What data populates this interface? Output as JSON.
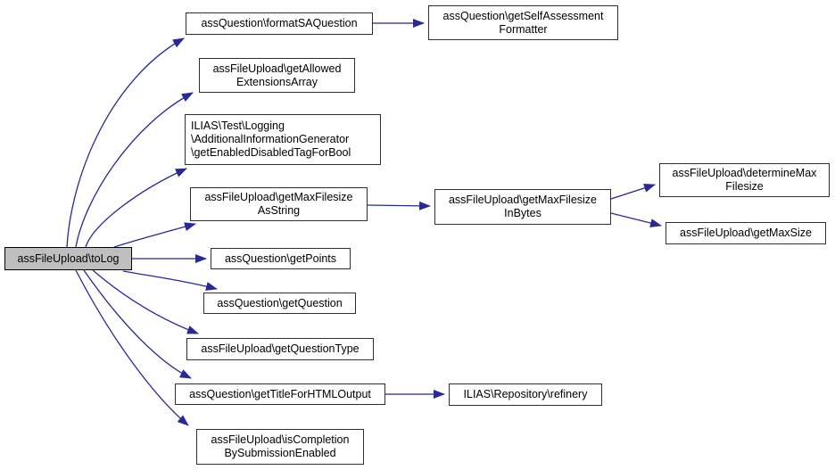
{
  "diagram": {
    "type": "doxygen-call-graph",
    "root": "assFileUpload\\toLog",
    "colors": {
      "edge": "#28289a",
      "node_border": "#2f2f2f",
      "root_fill": "#bfbfbf",
      "background": "#ffffff"
    },
    "nodes": {
      "toLog": {
        "label": "assFileUpload\\toLog"
      },
      "formatSAQuestion": {
        "label": "assQuestion\\formatSAQuestion"
      },
      "getSelfAssessmentFormatter": {
        "label": "assQuestion\\getSelfAssessment\nFormatter"
      },
      "getAllowedExtensionsArray": {
        "label": "assFileUpload\\getAllowed\nExtensionsArray"
      },
      "getEnabledDisabledTagForBool": {
        "label": "ILIAS\\Test\\Logging\n\\AdditionalInformationGenerator\n\\getEnabledDisabledTagForBool"
      },
      "getMaxFilesizeAsString": {
        "label": "assFileUpload\\getMaxFilesize\nAsString"
      },
      "getMaxFilesizeInBytes": {
        "label": "assFileUpload\\getMaxFilesize\nInBytes"
      },
      "determineMaxFilesize": {
        "label": "assFileUpload\\determineMax\nFilesize"
      },
      "getMaxSize": {
        "label": "assFileUpload\\getMaxSize"
      },
      "getPoints": {
        "label": "assQuestion\\getPoints"
      },
      "getQuestion": {
        "label": "assQuestion\\getQuestion"
      },
      "getQuestionType": {
        "label": "assFileUpload\\getQuestionType"
      },
      "getTitleForHTMLOutput": {
        "label": "assQuestion\\getTitleForHTMLOutput"
      },
      "refinery": {
        "label": "ILIAS\\Repository\\refinery"
      },
      "isCompletionBySubmissionEnabled": {
        "label": "assFileUpload\\isCompletion\nBySubmissionEnabled"
      }
    },
    "edges": [
      {
        "from": "toLog",
        "to": "formatSAQuestion"
      },
      {
        "from": "formatSAQuestion",
        "to": "getSelfAssessmentFormatter"
      },
      {
        "from": "toLog",
        "to": "getAllowedExtensionsArray"
      },
      {
        "from": "toLog",
        "to": "getEnabledDisabledTagForBool"
      },
      {
        "from": "toLog",
        "to": "getMaxFilesizeAsString"
      },
      {
        "from": "getMaxFilesizeAsString",
        "to": "getMaxFilesizeInBytes"
      },
      {
        "from": "getMaxFilesizeInBytes",
        "to": "determineMaxFilesize"
      },
      {
        "from": "getMaxFilesizeInBytes",
        "to": "getMaxSize"
      },
      {
        "from": "toLog",
        "to": "getPoints"
      },
      {
        "from": "toLog",
        "to": "getQuestion"
      },
      {
        "from": "toLog",
        "to": "getQuestionType"
      },
      {
        "from": "toLog",
        "to": "getTitleForHTMLOutput"
      },
      {
        "from": "getTitleForHTMLOutput",
        "to": "refinery"
      },
      {
        "from": "toLog",
        "to": "isCompletionBySubmissionEnabled"
      }
    ]
  }
}
